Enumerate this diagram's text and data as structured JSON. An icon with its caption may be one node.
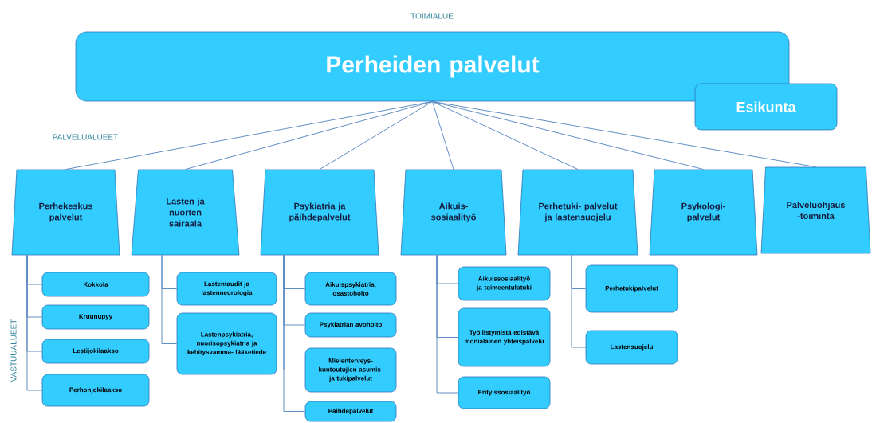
{
  "diagram": {
    "nodes": [
      {
        "text": [
          "Perheiden palvelut"
        ]
      },
      {
        "text": [
          "Esikunta"
        ]
      },
      {
        "text": [
          "Perhekeskus palvelut"
        ]
      },
      {
        "text": [
          "Lasten ja nuorten sairaala"
        ]
      },
      {
        "text": [
          "Psykiatria ja päihdepalvelut"
        ]
      },
      {
        "text": [
          "Aikuis- sosiaalityö"
        ]
      },
      {
        "text": [
          "Perhetuki- palvelut ja lastensuojelu"
        ]
      },
      {
        "text": [
          "Psykologi- palvelut"
        ]
      },
      {
        "text": [
          "Palveluohjaus -toiminta"
        ]
      },
      {
        "text": [
          "Kokkola"
        ]
      },
      {
        "text": [
          "Kruunupyy"
        ]
      },
      {
        "text": [
          "Lestijokilaakso"
        ]
      },
      {
        "text": [
          "Perhonjokilaakso"
        ]
      },
      {
        "text": [
          "Lastentaudit ja lastenneurologia"
        ]
      },
      {
        "text": [
          "Lastenpsykiatria, nuorisopsykiatria ja kehitysvamma- lääketiede"
        ]
      },
      {
        "text": [
          "Aikuispsykiatria, osastohoito"
        ]
      },
      {
        "text": [
          "Psykiatrian avohoito"
        ]
      },
      {
        "text": [
          "Mielenterveys- kuntoutujien asumis- ja tukipalvelut"
        ]
      },
      {
        "text": [
          "Päihdepalvelut"
        ]
      },
      {
        "text": [
          "Aikuissosiaalityö ja toimeentulotuki"
        ]
      },
      {
        "text": [
          "Työllistymistä edistävä monialainen yhteispalvelu"
        ]
      },
      {
        "text": [
          "Erityissosiaalityö"
        ]
      },
      {
        "text": [
          "Perhetukipalvelut"
        ]
      },
      {
        "text": [
          "Lastensuojelu"
        ]
      }
    ],
    "edges": [
      {
        "from": 0,
        "to": 2,
        "arrow": "none"
      },
      {
        "from": 0,
        "to": 3,
        "arrow": "none"
      },
      {
        "from": 0,
        "to": 4,
        "arrow": "none"
      },
      {
        "from": 0,
        "to": 5,
        "arrow": "none"
      },
      {
        "from": 0,
        "to": 6,
        "arrow": "none"
      },
      {
        "from": 0,
        "to": 7,
        "arrow": "none"
      },
      {
        "from": 0,
        "to": 8,
        "arrow": "none"
      },
      {
        "from": 2,
        "to": 9,
        "arrow": "none"
      },
      {
        "from": 2,
        "to": 10,
        "arrow": "none"
      },
      {
        "from": 2,
        "to": 11,
        "arrow": "none"
      },
      {
        "from": 2,
        "to": 12,
        "arrow": "none"
      },
      {
        "from": 3,
        "to": 13,
        "arrow": "none"
      },
      {
        "from": 3,
        "to": 14,
        "arrow": "none"
      },
      {
        "from": 4,
        "to": 15,
        "arrow": "none"
      },
      {
        "from": 4,
        "to": 16,
        "arrow": "none"
      },
      {
        "from": 4,
        "to": 17,
        "arrow": "none"
      },
      {
        "from": 4,
        "to": 18,
        "arrow": "none"
      },
      {
        "from": 5,
        "to": 19,
        "arrow": "none"
      },
      {
        "from": 5,
        "to": 20,
        "arrow": "none"
      },
      {
        "from": 5,
        "to": 21,
        "arrow": "none"
      },
      {
        "from": 6,
        "to": 22,
        "arrow": "none"
      },
      {
        "from": 6,
        "to": 23,
        "arrow": "none"
      }
    ],
    "labels": [
      "TOIMIALUE",
      "PALVELUALUEET",
      "VASTUUALUEET"
    ]
  }
}
